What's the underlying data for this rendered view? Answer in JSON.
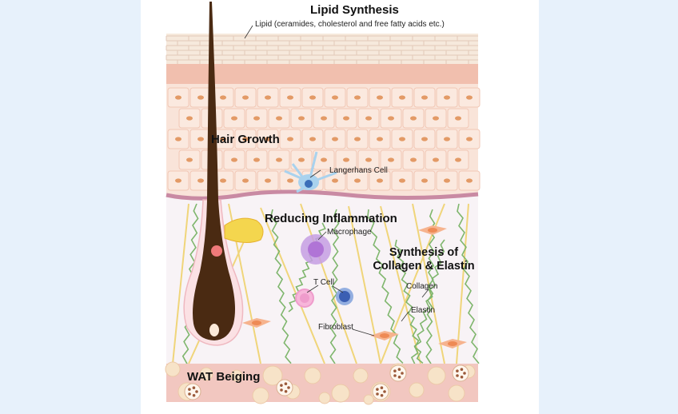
{
  "labels": {
    "lipid_title": "Lipid Synthesis",
    "lipid_sub": "Lipid (ceramides, cholesterol and free fatty acids etc.)",
    "hair_growth": "Hair Growth",
    "langerhans": "Langerhans Cell",
    "inflammation": "Reducing Inflammation",
    "macrophage": "Macrophage",
    "synthesis_line1": "Synthesis of",
    "synthesis_line2": "Collagen & Elastin",
    "collagen": "Collagen",
    "tcell": "T Cell",
    "elastin": "Elastin",
    "fibroblast": "Fibroblast",
    "wat": "WAT Beiging"
  },
  "colors": {
    "background": "#e7f1fb",
    "stratum_corneum": "#f6e9dc",
    "epidermis": "#f8e0d4",
    "cell_nucleus": "#e39a66",
    "basement_membrane": "#c98aa3",
    "dermis": "#f8f3f6",
    "collagen": "#f0d57a",
    "elastin": "#7fb66d",
    "hair": "#4a2a12",
    "fat_layer": "#f2c7c0",
    "macrophage": "#c69de3",
    "t_cell_pink": "#ef9ccc",
    "t_cell_blue": "#3b5fb3",
    "fibroblast": "#ee8a55",
    "langerhans": "#a9d2ee"
  }
}
